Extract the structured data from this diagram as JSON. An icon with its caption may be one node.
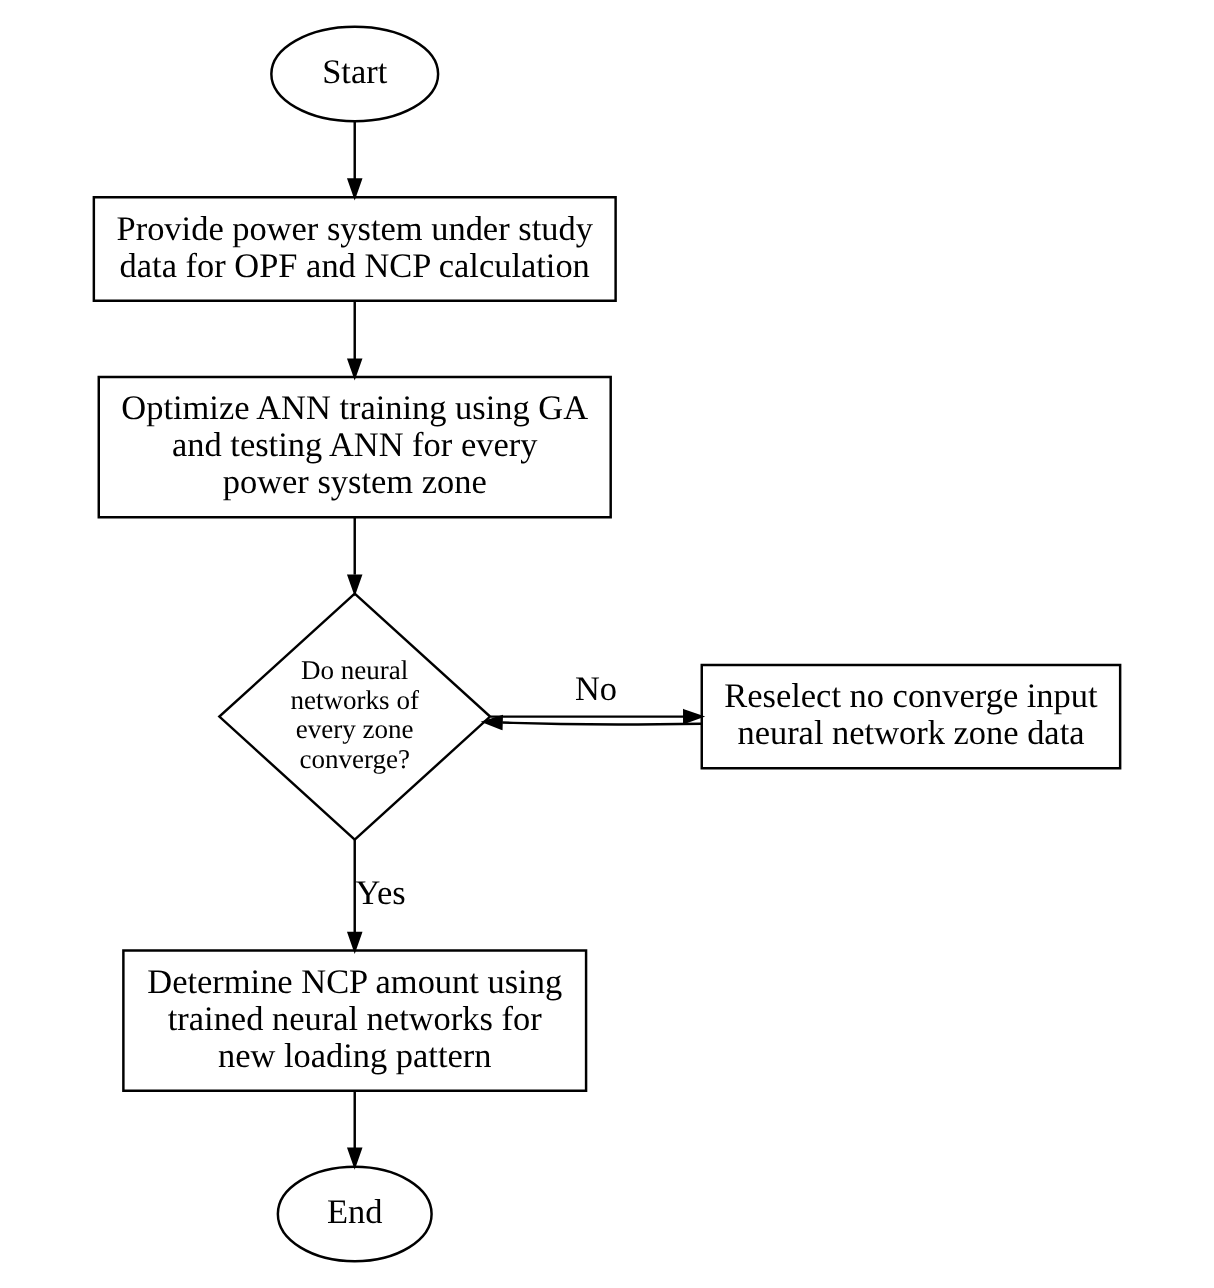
{
  "diagram": {
    "nodes": [
      {
        "text": [
          "Start"
        ]
      },
      {
        "text": [
          "Provide power system under study data for OPF and NCP calculation"
        ]
      },
      {
        "text": [
          "Optimize ANN training using GA and testing ANN for every power system zone"
        ]
      },
      {
        "text": [
          "Do neural networks of every zone converge?"
        ]
      },
      {
        "text": [
          "Reselect no converge input neural network zone data"
        ]
      },
      {
        "text": [
          "Determine NCP amount using trained neural networks for new loading pattern"
        ]
      },
      {
        "text": [
          "End"
        ]
      }
    ],
    "edges": [
      {
        "from": 0,
        "to": 1,
        "arrow": "to"
      },
      {
        "from": 1,
        "to": 2,
        "arrow": "to"
      },
      {
        "from": 2,
        "to": 3,
        "arrow": "to"
      },
      {
        "from": 3,
        "to": 4,
        "arrow": "to",
        "label": "No"
      },
      {
        "from": 4,
        "to": 3,
        "arrow": "to"
      },
      {
        "from": 3,
        "to": 5,
        "arrow": "to",
        "label": "Yes"
      },
      {
        "from": 5,
        "to": 6,
        "arrow": "to"
      }
    ]
  }
}
